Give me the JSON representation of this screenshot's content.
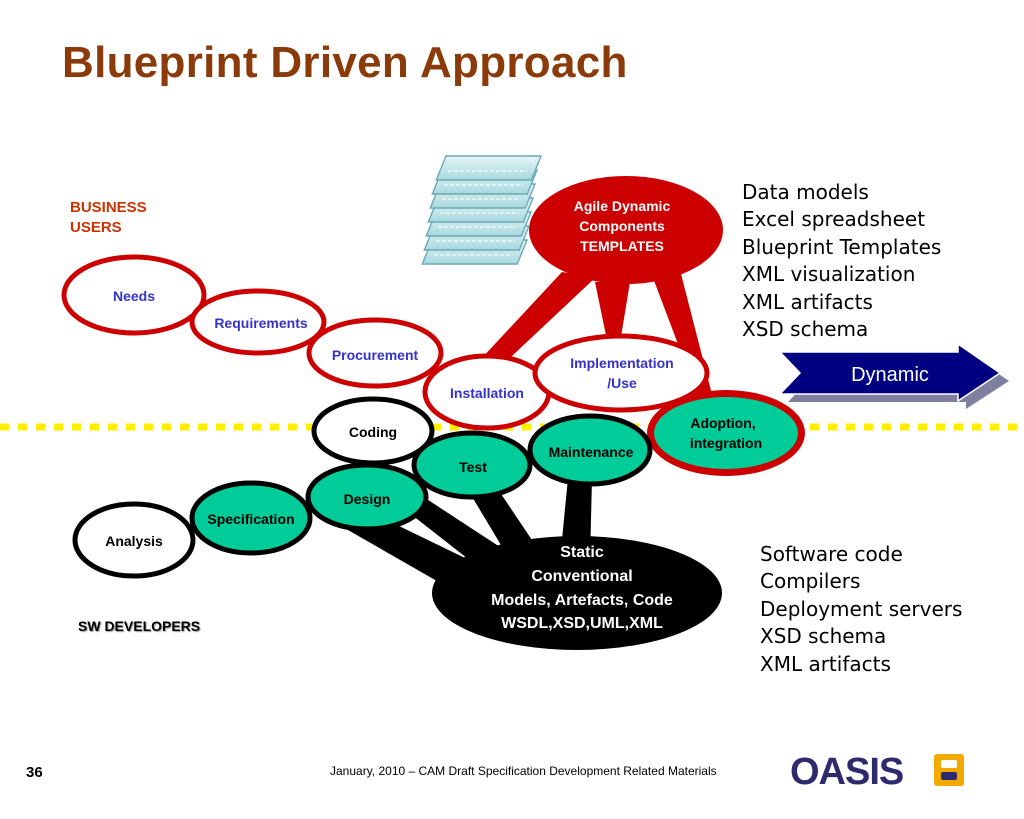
{
  "title": "Blueprint Driven Approach",
  "business_users_label": [
    "BUSINESS",
    "USERS"
  ],
  "sw_developers_label": "SW DEVELOPERS",
  "agile_callout": [
    "Agile Dynamic",
    "Components",
    "TEMPLATES"
  ],
  "static_callout": [
    "Static",
    "Conventional",
    "Models, Artefacts, Code",
    "WSDL,XSD,UML,XML"
  ],
  "stages": {
    "needs": [
      "Needs"
    ],
    "requirements": [
      "Requirements"
    ],
    "procurement": [
      "Procurement"
    ],
    "installation": [
      "Installation"
    ],
    "implementation": [
      "Implementation",
      "/Use"
    ],
    "adoption": [
      "Adoption,",
      "integration"
    ],
    "coding": [
      "Coding"
    ],
    "test": [
      "Test"
    ],
    "maintenance": [
      "Maintenance"
    ],
    "design": [
      "Design"
    ],
    "specification": [
      "Specification"
    ],
    "analysis": [
      "Analysis"
    ]
  },
  "dynamic_arrow_label": "Dynamic",
  "dynamic_list": [
    "Data models",
    "Excel spreadsheet",
    "Blueprint Templates",
    "XML visualization",
    "XML artifacts",
    "XSD schema"
  ],
  "static_list": [
    "Software code",
    "Compilers",
    "Deployment servers",
    "XSD schema",
    "XML artifacts"
  ],
  "footer": {
    "page_number": "36",
    "caption": "January, 2010 – CAM Draft Specification Development Related Materials",
    "logo_text": "OASIS"
  },
  "colors": {
    "title": "#8B3A0A",
    "business_label": "#CC3300",
    "stage_text_blue": "#3333CC",
    "red_ring": "#CC0000",
    "teal_fill": "#00CC99",
    "divider_yellow": "#FFEE00",
    "arrow_navy": "#000080",
    "logo_navy": "#2E2A6E",
    "logo_gold": "#F2A900"
  }
}
